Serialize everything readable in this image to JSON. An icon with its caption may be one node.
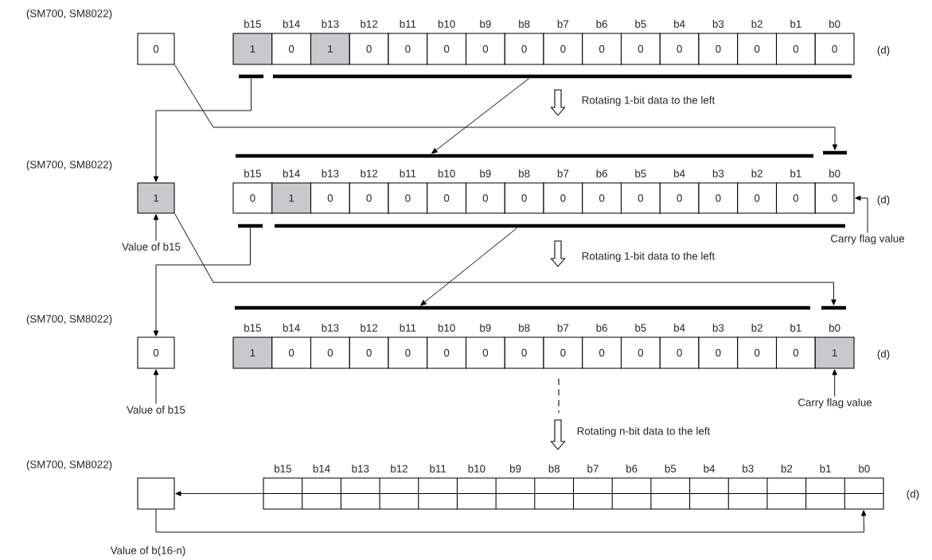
{
  "diagram": {
    "nodes": [
      {
        "text": [
          "0"
        ]
      },
      {
        "text": [
          "b15",
          "1"
        ]
      },
      {
        "text": [
          "b14",
          "0"
        ]
      },
      {
        "text": [
          "b13",
          "1"
        ]
      },
      {
        "text": [
          "b12",
          "0"
        ]
      },
      {
        "text": [
          "b11",
          "0"
        ]
      },
      {
        "text": [
          "b10",
          "0"
        ]
      },
      {
        "text": [
          "b9",
          "0"
        ]
      },
      {
        "text": [
          "b8",
          "0"
        ]
      },
      {
        "text": [
          "b7",
          "0"
        ]
      },
      {
        "text": [
          "b6",
          "0"
        ]
      },
      {
        "text": [
          "b5",
          "0"
        ]
      },
      {
        "text": [
          "b4",
          "0"
        ]
      },
      {
        "text": [
          "b3",
          "0"
        ]
      },
      {
        "text": [
          "b2",
          "0"
        ]
      },
      {
        "text": [
          "b1",
          "0"
        ]
      },
      {
        "text": [
          "b0",
          "0"
        ]
      },
      {
        "text": [],
        "shape": "bar"
      },
      {
        "text": [],
        "shape": "bar"
      },
      {
        "text": [],
        "shape": "bar"
      },
      {
        "text": [],
        "shape": "bar"
      },
      {
        "text": [
          "1"
        ]
      },
      {
        "text": [
          "b15",
          "0"
        ]
      },
      {
        "text": [
          "b14",
          "1"
        ]
      },
      {
        "text": [
          "b13",
          "0"
        ]
      },
      {
        "text": [
          "b12",
          "0"
        ]
      },
      {
        "text": [
          "b11",
          "0"
        ]
      },
      {
        "text": [
          "b10",
          "0"
        ]
      },
      {
        "text": [
          "b9",
          "0"
        ]
      },
      {
        "text": [
          "b8",
          "0"
        ]
      },
      {
        "text": [
          "b7",
          "0"
        ]
      },
      {
        "text": [
          "b6",
          "0"
        ]
      },
      {
        "text": [
          "b5",
          "0"
        ]
      },
      {
        "text": [
          "b4",
          "0"
        ]
      },
      {
        "text": [
          "b3",
          "0"
        ]
      },
      {
        "text": [
          "b2",
          "0"
        ]
      },
      {
        "text": [
          "b1",
          "0"
        ]
      },
      {
        "text": [
          "b0",
          "0"
        ]
      },
      {
        "text": [],
        "shape": "bar"
      },
      {
        "text": [],
        "shape": "bar"
      },
      {
        "text": [
          "Value of b15"
        ]
      },
      {
        "text": [
          "Carry flag value"
        ]
      },
      {
        "text": [],
        "shape": "bar"
      },
      {
        "text": [],
        "shape": "bar"
      },
      {
        "text": [
          "0"
        ]
      },
      {
        "text": [
          "b15",
          "1"
        ]
      },
      {
        "text": [
          "b14",
          "0"
        ]
      },
      {
        "text": [
          "b13",
          "0"
        ]
      },
      {
        "text": [
          "b12",
          "0"
        ]
      },
      {
        "text": [
          "b11",
          "0"
        ]
      },
      {
        "text": [
          "b10",
          "0"
        ]
      },
      {
        "text": [
          "b9",
          "0"
        ]
      },
      {
        "text": [
          "b8",
          "0"
        ]
      },
      {
        "text": [
          "b7",
          "0"
        ]
      },
      {
        "text": [
          "b6",
          "0"
        ]
      },
      {
        "text": [
          "b5",
          "0"
        ]
      },
      {
        "text": [
          "b4",
          "0"
        ]
      },
      {
        "text": [
          "b3",
          "0"
        ]
      },
      {
        "text": [
          "b2",
          "0"
        ]
      },
      {
        "text": [
          "b1",
          "0"
        ]
      },
      {
        "text": [
          "b0",
          "1"
        ]
      },
      {
        "text": [
          "Value of b15"
        ]
      },
      {
        "text": [
          "Carry flag value"
        ]
      },
      {
        "text": [],
        "shape": "box"
      },
      {
        "text": [],
        "shape": "box"
      },
      {
        "text": [
          "Value of b(16-n)"
        ]
      }
    ],
    "edges": [
      {
        "from": 17,
        "to": 21,
        "arrow": "to"
      },
      {
        "from": 0,
        "to": 20,
        "arrow": "to"
      },
      {
        "from": 18,
        "to": 19,
        "arrow": "to"
      },
      {
        "from": 40,
        "to": 21,
        "arrow": "to"
      },
      {
        "from": 41,
        "to": 37,
        "arrow": "to"
      },
      {
        "from": 38,
        "to": 44,
        "arrow": "to"
      },
      {
        "from": 21,
        "to": 43,
        "arrow": "to"
      },
      {
        "from": 39,
        "to": 42,
        "arrow": "to"
      },
      {
        "from": 61,
        "to": 44,
        "arrow": "to"
      },
      {
        "from": 62,
        "to": 60,
        "arrow": "to"
      },
      {
        "from": 64,
        "to": 63,
        "arrow": "to"
      },
      {
        "from": 63,
        "to": 64,
        "arrow": "to"
      }
    ],
    "labels": [
      "(SM700, SM8022)",
      "(d)",
      "Rotating 1-bit data to the left",
      "(SM700, SM8022)",
      "(d)",
      "Rotating 1-bit data to the left",
      "(SM700, SM8022)",
      "(d)",
      "Rotating n-bit data to the left",
      "(SM700, SM8022)",
      "b15",
      "b14",
      "b13",
      "b12",
      "b11",
      "b10",
      "b9",
      "b8",
      "b7",
      "b6",
      "b5",
      "b4",
      "b3",
      "b2",
      "b1",
      "b0",
      "(d)"
    ]
  }
}
